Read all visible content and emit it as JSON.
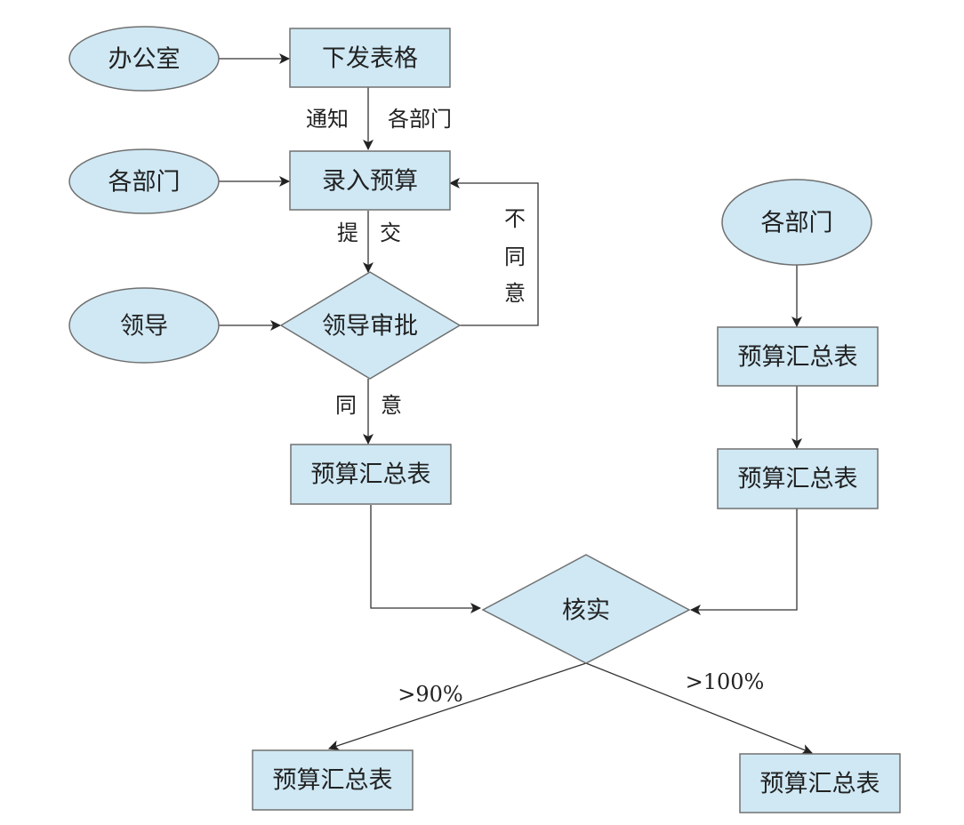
{
  "diagram": {
    "nodes": {
      "office": "办公室",
      "issue_form": "下发表格",
      "dept_1": "各部门",
      "enter_budget": "录入预算",
      "leader": "领导",
      "leader_approve": "领导审批",
      "summary_left": "预算汇总表",
      "dept_2": "各部门",
      "summary_right_1": "预算汇总表",
      "summary_right_2": "预算汇总表",
      "verify": "核实",
      "summary_bottom_left": "预算汇总表",
      "summary_bottom_right": "预算汇总表"
    },
    "edge_labels": {
      "notify_left": "通知",
      "notify_right": "各部门",
      "submit_1": "提",
      "submit_2": "交",
      "disagree_1": "不",
      "disagree_2": "同",
      "disagree_3": "意",
      "agree_1": "同",
      "agree_2": "意",
      "over_90": ">90%",
      "over_100": ">100%"
    }
  },
  "colors": {
    "node_fill": "#cfe8f4",
    "node_stroke": "#707070",
    "edge": "#333333"
  }
}
